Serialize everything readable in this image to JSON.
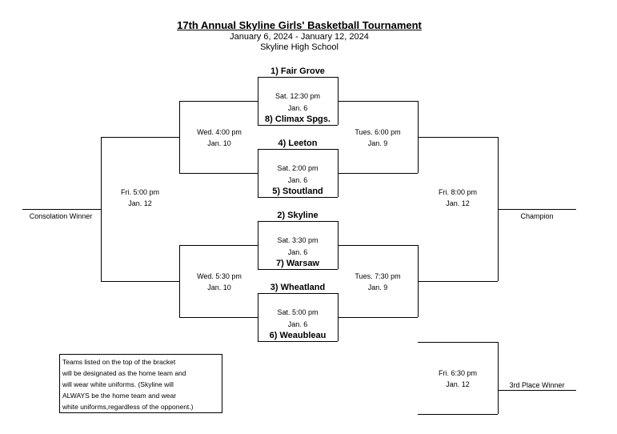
{
  "header": {
    "title": "17th Annual Skyline Girls' Basketball Tournament",
    "dates": "January 6, 2024 - January 12, 2024",
    "location": "Skyline High School"
  },
  "games": {
    "g1": {
      "top": "1) Fair Grove",
      "time": "Sat. 12:30 pm",
      "date": "Jan. 6",
      "bottom": "8) Climax Spgs."
    },
    "g2": {
      "top": "4) Leeton",
      "time": "Sat. 2:00 pm",
      "date": "Jan. 6",
      "bottom": "5) Stoutland"
    },
    "g3": {
      "top": "2) Skyline",
      "time": "Sat. 3:30 pm",
      "date": "Jan. 6",
      "bottom": "7) Warsaw"
    },
    "g4": {
      "top": "3) Wheatland",
      "time": "Sat. 5:00 pm",
      "date": "Jan. 6",
      "bottom": "6) Weaubleau"
    }
  },
  "consolation": {
    "semi1": {
      "time": "Wed. 4:00 pm",
      "date": "Jan. 10"
    },
    "semi2": {
      "time": "Wed. 5:30 pm",
      "date": "Jan. 10"
    },
    "final": {
      "time": "Fri. 5:00 pm",
      "date": "Jan. 12"
    },
    "winner_label": "Consolation Winner"
  },
  "championship": {
    "semi1": {
      "time": "Tues. 6:00 pm",
      "date": "Jan. 9"
    },
    "semi2": {
      "time": "Tues. 7:30 pm",
      "date": "Jan. 9"
    },
    "final": {
      "time": "Fri. 8:00 pm",
      "date": "Jan. 12"
    },
    "winner_label": "Champion"
  },
  "third_place": {
    "time": "Fri. 6:30 pm",
    "date": "Jan. 12",
    "winner_label": "3rd Place Winner"
  },
  "note": {
    "lines": [
      "Teams listed on the top of the bracket",
      "will be designated as the home team and",
      "will wear white uniforms. (Skyline will",
      "ALWAYS be the home team and wear",
      "white uniforms,regardless of the opponent.)"
    ]
  }
}
